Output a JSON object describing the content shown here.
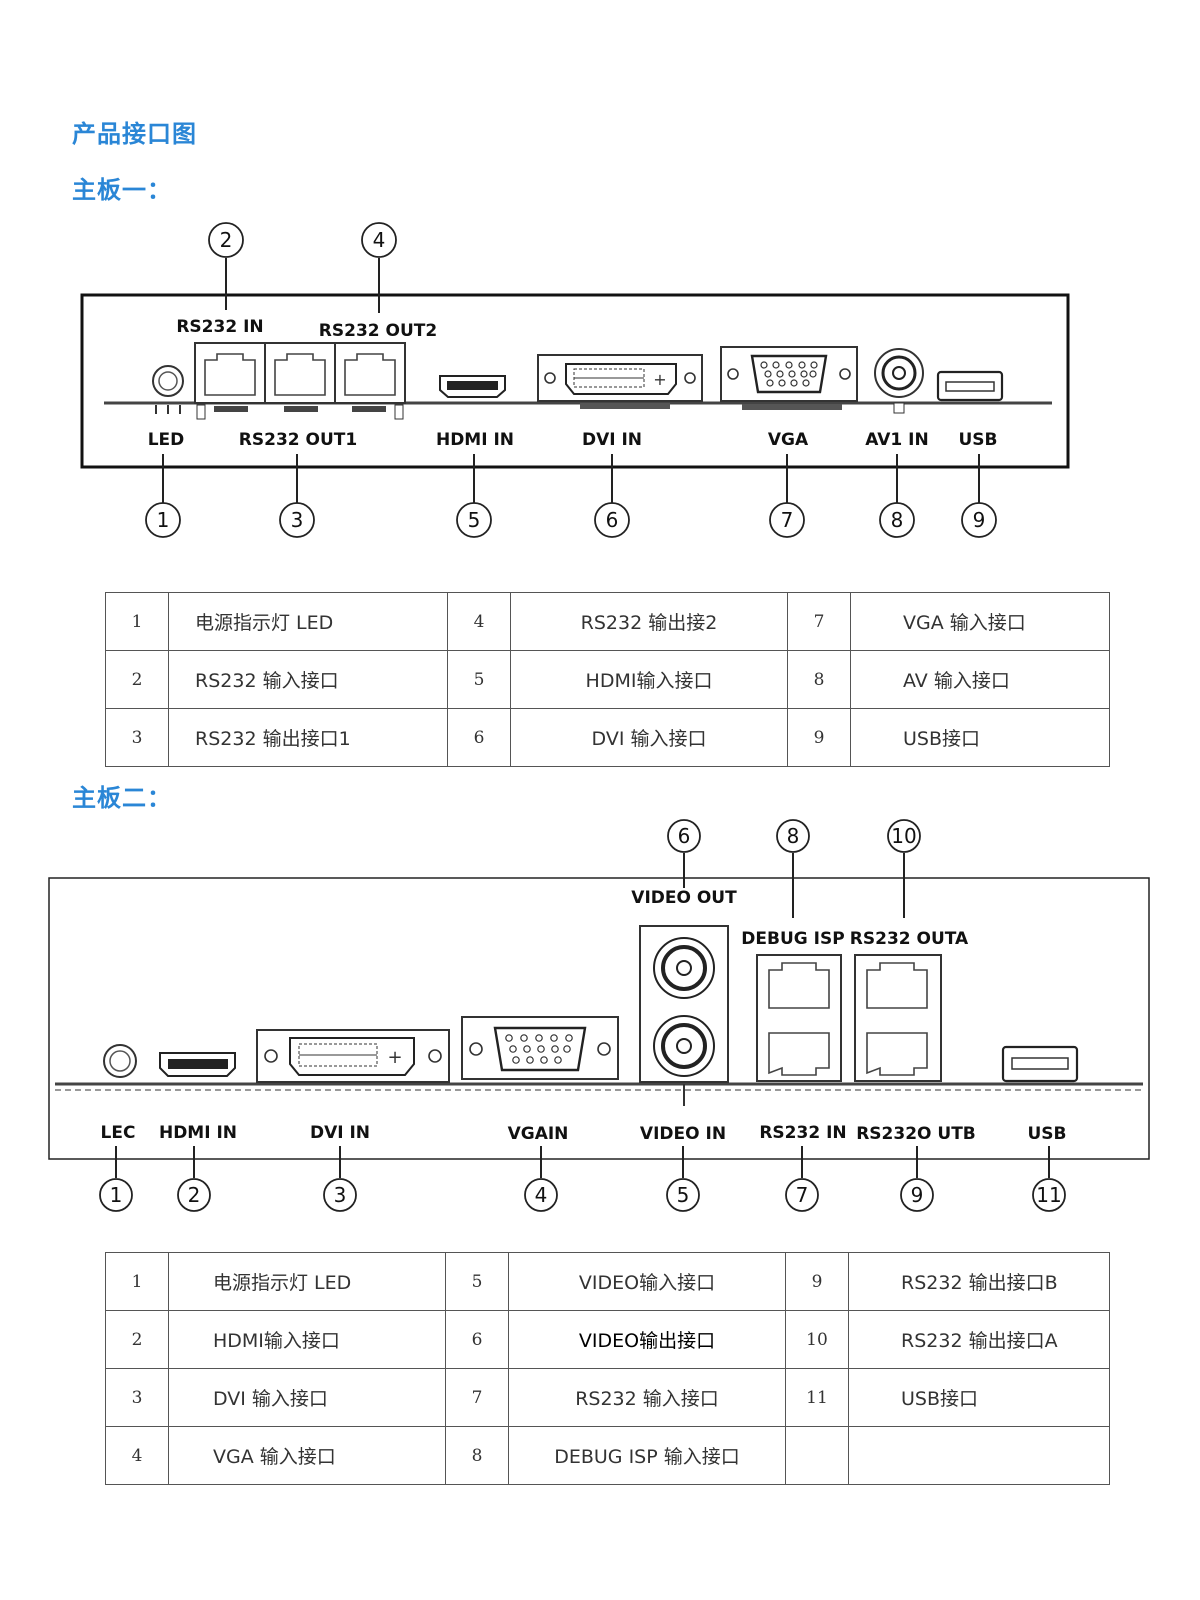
{
  "page": {
    "title": "产品接口图",
    "board1_title": "主板一：",
    "board2_title": "主板二："
  },
  "board1": {
    "labels": {
      "rs232_in": "RS232 IN",
      "rs232_out2": "RS232 OUT2",
      "led": "LED",
      "rs232_out1": "RS232 OUT1",
      "hdmi_in": "HDMI IN",
      "dvi_in": "DVI IN",
      "vga": "VGA",
      "av1_in": "AV1 IN",
      "usb": "USB"
    },
    "callouts": [
      "1",
      "2",
      "3",
      "4",
      "5",
      "6",
      "7",
      "8",
      "9"
    ],
    "table": [
      [
        {
          "n": "1",
          "d": "电源指示灯 LED"
        },
        {
          "n": "4",
          "d": "RS232 输出接2"
        },
        {
          "n": "7",
          "d": "VGA 输入接口"
        }
      ],
      [
        {
          "n": "2",
          "d": "RS232 输入接口"
        },
        {
          "n": "5",
          "d": "HDMI输入接口"
        },
        {
          "n": "8",
          "d": "AV 输入接口"
        }
      ],
      [
        {
          "n": "3",
          "d": "RS232 输出接口1"
        },
        {
          "n": "6",
          "d": "DVI 输入接口"
        },
        {
          "n": "9",
          "d": "USB接口"
        }
      ]
    ]
  },
  "board2": {
    "labels": {
      "video_out": "VIDEO OUT",
      "debug_isp": "DEBUG ISP",
      "rs232_outa": "RS232 OUTA",
      "lec": "LEC",
      "hdmi_in": "HDMI IN",
      "dvi_in": "DVI IN",
      "vgain": "VGAIN",
      "video_in": "VIDEO IN",
      "rs232_in": "RS232 IN",
      "rs232_outb": "RS232O UTB",
      "usb": "USB"
    },
    "callouts": [
      "1",
      "2",
      "3",
      "4",
      "5",
      "6",
      "7",
      "8",
      "9",
      "10",
      "11"
    ],
    "table": [
      [
        {
          "n": "1",
          "d": "电源指示灯 LED"
        },
        {
          "n": "5",
          "d": "VIDEO输入接口"
        },
        {
          "n": "9",
          "d": "RS232 输出接口B"
        }
      ],
      [
        {
          "n": "2",
          "d": "HDMI输入接口"
        },
        {
          "n": "6",
          "d": "VIDEO输出接口"
        },
        {
          "n": "10",
          "d": "RS232 输出接口A"
        }
      ],
      [
        {
          "n": "3",
          "d": "DVI 输入接口"
        },
        {
          "n": "7",
          "d": "RS232 输入接口"
        },
        {
          "n": "11",
          "d": "USB接口"
        }
      ],
      [
        {
          "n": "4",
          "d": "VGA 输入接口"
        },
        {
          "n": "8",
          "d": "DEBUG ISP 输入接口"
        },
        {
          "n": "",
          "d": ""
        }
      ]
    ]
  }
}
